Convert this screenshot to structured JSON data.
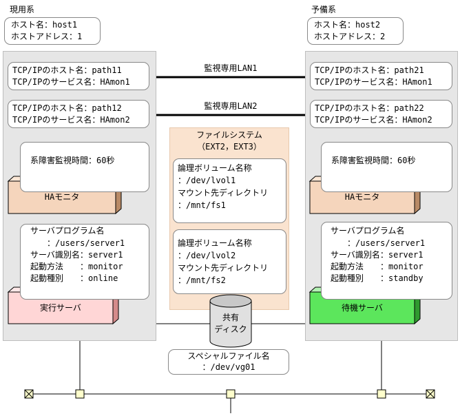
{
  "primary": {
    "title": "現用系",
    "host_lines": [
      "ホスト名：host1",
      "ホストアドレス：1"
    ],
    "net1_lines": [
      "TCP/IPのホスト名：path11",
      "TCP/IPのサービス名：HAmon1"
    ],
    "net2_lines": [
      "TCP/IPのホスト名：path12",
      "TCP/IPのサービス名：HAmon2"
    ],
    "monitor_time": "系障害監視時間：60秒",
    "ha_monitor": "HAモニタ",
    "server_lines": [
      "サーバプログラム名",
      "　　：/users/server1",
      "サーバ識別名：server1",
      "起動方法　　：monitor",
      "起動種別　　：online"
    ],
    "server_box": "実行サーバ"
  },
  "standby": {
    "title": "予備系",
    "host_lines": [
      "ホスト名：host2",
      "ホストアドレス：2"
    ],
    "net1_lines": [
      "TCP/IPのホスト名：path21",
      "TCP/IPのサービス名：HAmon1"
    ],
    "net2_lines": [
      "TCP/IPのホスト名：path22",
      "TCP/IPのサービス名：HAmon2"
    ],
    "monitor_time": "系障害監視時間：60秒",
    "ha_monitor": "HAモニタ",
    "server_lines": [
      "サーバプログラム名",
      "　　：/users/server1",
      "サーバ識別名：server1",
      "起動方法　　：monitor",
      "起動種別　　：standby"
    ],
    "server_box": "待機サーバ"
  },
  "lan": [
    "監視専用LAN1",
    "監視専用LAN2"
  ],
  "filesystem": {
    "title": [
      "ファイルシステム",
      "（EXT2，EXT3）"
    ],
    "vol1": [
      "論理ボリューム名称",
      "：/dev/lvol1",
      "マウント先ディレクトリ",
      "：/mnt/fs1"
    ],
    "vol2": [
      "論理ボリューム名称",
      "：/dev/lvol2",
      "マウント先ディレクトリ",
      "：/mnt/fs2"
    ]
  },
  "disk": [
    "共有",
    "ディスク"
  ],
  "special_file": [
    "スペシャルファイル名",
    "：/dev/vg01"
  ],
  "colors": {
    "panel": "#e6e6e6",
    "fs_panel": "#fae3cf",
    "ha_monitor": "#f5d5bc",
    "active_server": "#ffd6d6",
    "standby_server": "#5ce65c",
    "node_square": "#ffffcc"
  }
}
